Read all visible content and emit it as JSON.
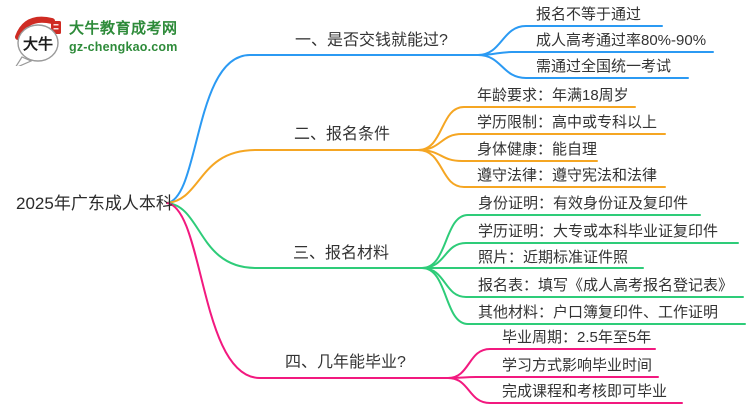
{
  "logo": {
    "icon_text": "大牛",
    "site_name": "大牛教育成考网",
    "site_domain": "gz-chengkao.com",
    "brand_green": "#2e8b3a",
    "seal_red": "#cf2b23"
  },
  "mindmap": {
    "text_color": "#333333",
    "root": {
      "label": "2025年广东成人本科"
    },
    "branches": [
      {
        "label": "一、是否交钱就能过?",
        "color": "#2b9af3",
        "children": [
          "报名不等于通过",
          "成人高考通过率80%-90%",
          "需通过全国统一考试"
        ]
      },
      {
        "label": "二、报名条件",
        "color": "#f5a623",
        "children": [
          "年龄要求：年满18周岁",
          "学历限制：高中或专科以上",
          "身体健康：能自理",
          "遵守法律：遵守宪法和法律"
        ]
      },
      {
        "label": "三、报名材料",
        "color": "#2ecc79",
        "children": [
          "身份证明：有效身份证及复印件",
          "学历证明：大专或本科毕业证复印件",
          "照片：近期标准证件照",
          "报名表：填写《成人高考报名登记表》",
          "其他材料：户口簿复印件、工作证明"
        ]
      },
      {
        "label": "四、几年能毕业?",
        "color": "#f2197f",
        "children": [
          "毕业周期：2.5年至5年",
          "学习方式影响毕业时间",
          "完成课程和考核即可毕业"
        ]
      }
    ]
  }
}
